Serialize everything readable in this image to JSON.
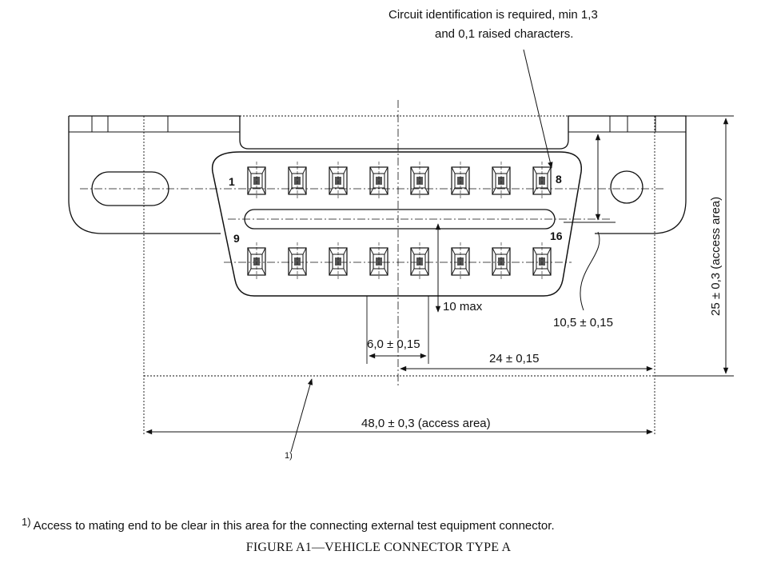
{
  "figure": {
    "note_text": "Circuit identification is required, min 1,3 and 0,1 raised characters.",
    "note_line1": "Circuit identification is required, min 1,3",
    "note_line2": "and 0,1 raised characters.",
    "pins_top_count": 8,
    "pins_bottom_count": 8,
    "pin_labels": {
      "first_top": "1",
      "last_top": "8",
      "first_bottom": "9",
      "last_bottom": "16"
    },
    "dimensions": {
      "ten_max": "10 max",
      "six": "6,0 ± 0,15",
      "twenty_four": "24 ± 0,15",
      "ten_five": "10,5 ± 0,15",
      "forty_eight": "48,0 ± 0,3  (access area)",
      "twenty_five": "25 ± 0,3 (access area)"
    },
    "ref_marker": "1)",
    "footnote_marker": "1)",
    "footnote_text": "Access to mating end to be clear in this area for the connecting external test equipment connector.",
    "caption": "FIGURE A1—VEHICLE CONNECTOR TYPE A"
  }
}
